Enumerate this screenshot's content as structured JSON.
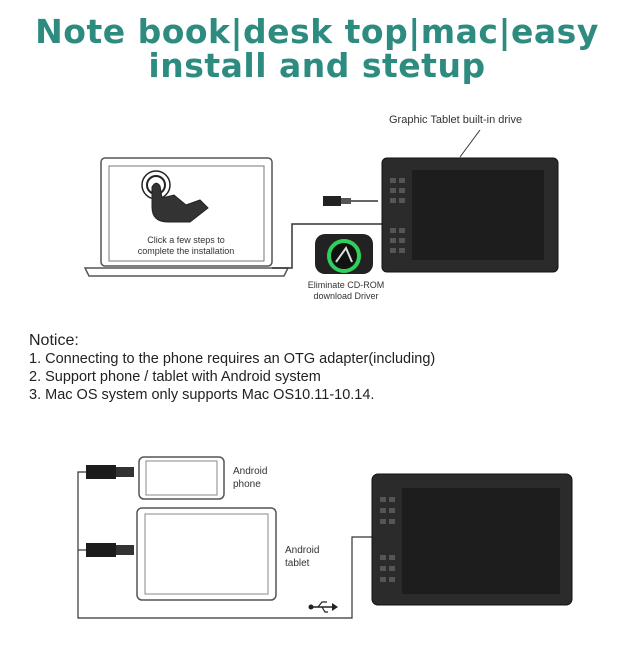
{
  "title": {
    "line1": "Note book|desk top|mac|easy",
    "line2": "install and stetup"
  },
  "top_diagram": {
    "tablet_caption": "Graphic Tablet built-in drive",
    "laptop_screen_text_1": "Click a few steps to",
    "laptop_screen_text_2": "complete the installation",
    "cd_caption_1": "Eliminate CD-ROM",
    "cd_caption_2": "download Driver"
  },
  "notice": {
    "heading": "Notice:",
    "items": [
      "1. Connecting to the phone requires an OTG adapter(including)",
      "2. Support phone / tablet with Android system",
      "3. Mac OS system only supports Mac OS10.11-10.14."
    ]
  },
  "bottom_diagram": {
    "phone_caption_1": "Android",
    "phone_caption_2": "phone",
    "tablet_caption_1": "Android",
    "tablet_caption_2": "tablet",
    "usb_icon": "usb-icon"
  }
}
